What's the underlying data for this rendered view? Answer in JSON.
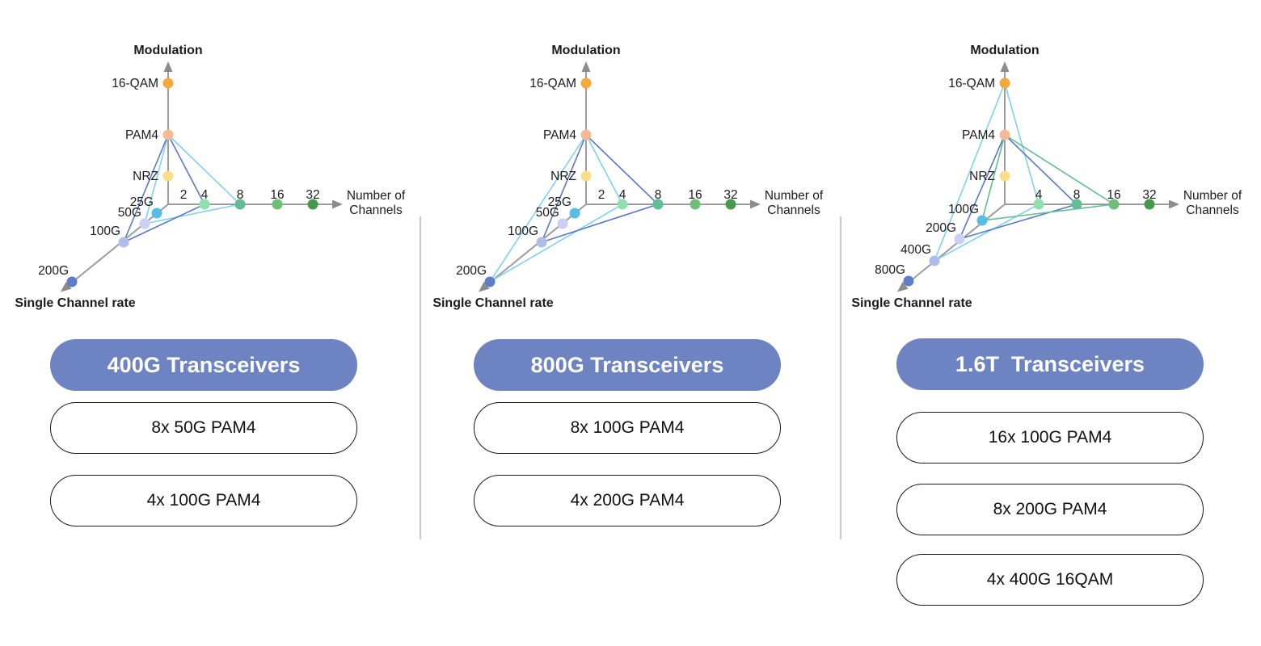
{
  "palette": {
    "title_pill_bg": "#6D83C2",
    "title_pill_text": "#FFFFFF",
    "option_pill_bg": "#FFFFFF",
    "option_pill_border": "#1A1A1A",
    "axis_gray": "#9C9C9C",
    "axis_arrow": "#8C8C8C",
    "divider": "#C9C9C9",
    "text_dark": "#1C1C1C",
    "modulation_dots": [
      "#F4A93A",
      "#F4B995",
      "#F9DD8B"
    ],
    "channel_dots": [
      "#8FE0AC",
      "#60BD95",
      "#6CBF77",
      "#46984E"
    ],
    "rate_dots": [
      "#55BEE4",
      "#CBCFF4",
      "#AFBDEB",
      "#5E7EC8"
    ],
    "links": {
      "cyan": "#7DD2F1",
      "blue": "#5B78C8",
      "green": "#5FBE8F"
    }
  },
  "axis_labels": {
    "vertical": "Modulation",
    "horizontal_line1": "Number of",
    "horizontal_line2": "Channels",
    "diagonal": "Single Channel rate"
  },
  "diagrams": [
    {
      "id": "400g",
      "title": "400G Transceivers",
      "modulation_points": [
        "16-QAM",
        "PAM4",
        "NRZ"
      ],
      "channel_ticks": [
        {
          "label": "2",
          "dot": false
        },
        {
          "label": "4",
          "dot": true
        },
        {
          "label": "8",
          "dot": true
        },
        {
          "label": "16",
          "dot": true
        },
        {
          "label": "32",
          "dot": true
        }
      ],
      "rate_points": [
        "25G",
        "50G",
        "100G",
        "200G"
      ],
      "links": [
        {
          "color": "cyan",
          "modulation": "PAM4",
          "channels": "8",
          "rate": "50G"
        },
        {
          "color": "blue",
          "modulation": "PAM4",
          "channels": "4",
          "rate": "100G"
        }
      ],
      "options": [
        "8x 50G PAM4",
        "4x 100G PAM4"
      ]
    },
    {
      "id": "800g",
      "title": "800G Transceivers",
      "modulation_points": [
        "16-QAM",
        "PAM4",
        "NRZ"
      ],
      "channel_ticks": [
        {
          "label": "2",
          "dot": false
        },
        {
          "label": "4",
          "dot": true
        },
        {
          "label": "8",
          "dot": true
        },
        {
          "label": "16",
          "dot": true
        },
        {
          "label": "32",
          "dot": true
        }
      ],
      "rate_points": [
        "25G",
        "50G",
        "100G",
        "200G"
      ],
      "links": [
        {
          "color": "cyan",
          "modulation": "PAM4",
          "channels": "4",
          "rate": "200G"
        },
        {
          "color": "blue",
          "modulation": "PAM4",
          "channels": "8",
          "rate": "100G"
        }
      ],
      "options": [
        "8x 100G PAM4",
        "4x 200G PAM4"
      ]
    },
    {
      "id": "1.6t",
      "title": "1.6T  Transceivers",
      "modulation_points": [
        "16-QAM",
        "PAM4",
        "NRZ"
      ],
      "channel_ticks": [
        {
          "label": "4",
          "dot": true
        },
        {
          "label": "8",
          "dot": true
        },
        {
          "label": "16",
          "dot": true
        },
        {
          "label": "32",
          "dot": true
        }
      ],
      "rate_points": [
        "100G",
        "200G",
        "400G",
        "800G"
      ],
      "links": [
        {
          "color": "cyan",
          "modulation": "16-QAM",
          "channels": "4",
          "rate": "400G"
        },
        {
          "color": "blue",
          "modulation": "PAM4",
          "channels": "8",
          "rate": "200G"
        },
        {
          "color": "green",
          "modulation": "PAM4",
          "channels": "16",
          "rate": "100G"
        }
      ],
      "options": [
        "16x 100G PAM4",
        "8x 200G PAM4",
        "4x 400G 16QAM"
      ]
    }
  ]
}
